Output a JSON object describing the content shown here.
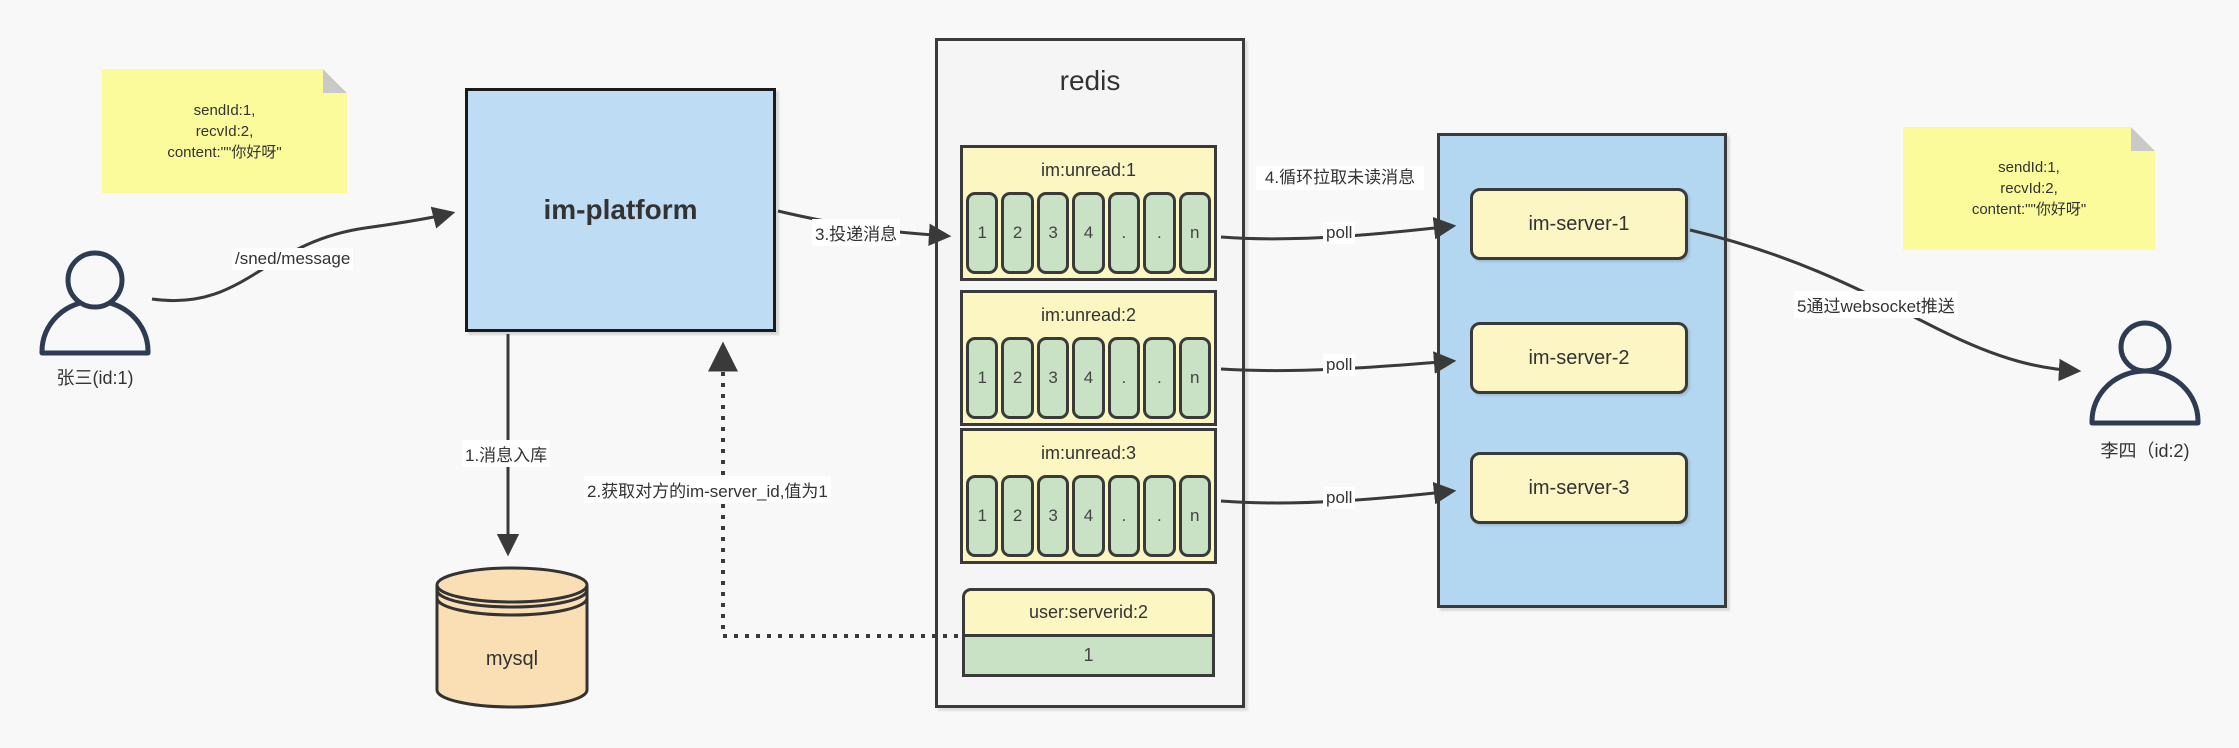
{
  "notes": {
    "left": {
      "lines": [
        "sendId:1,",
        "recvId:2,",
        "content:\"\"你好呀\""
      ]
    },
    "right": {
      "lines": [
        "sendId:1,",
        "recvId:2,",
        "content:\"\"你好呀\""
      ]
    }
  },
  "actors": {
    "sender": {
      "label": "张三(id:1)"
    },
    "receiver": {
      "label": "李四（id:2)"
    }
  },
  "platform": {
    "label": "im-platform"
  },
  "mysql": {
    "label": "mysql"
  },
  "redis": {
    "title": "redis",
    "queues": [
      {
        "name": "im:unread:1",
        "cells": [
          "1",
          "2",
          "3",
          "4",
          ".",
          ".",
          "n"
        ]
      },
      {
        "name": "im:unread:2",
        "cells": [
          "1",
          "2",
          "3",
          "4",
          ".",
          ".",
          "n"
        ]
      },
      {
        "name": "im:unread:3",
        "cells": [
          "1",
          "2",
          "3",
          "4",
          ".",
          ".",
          "n"
        ]
      }
    ],
    "mapping": {
      "name": "user:serverid:2",
      "value": "1"
    }
  },
  "servers": {
    "items": [
      {
        "label": "im-server-1"
      },
      {
        "label": "im-server-2"
      },
      {
        "label": "im-server-3"
      }
    ]
  },
  "edges": {
    "send": "/sned/message",
    "step1": "1.消息入库",
    "step2": "2.获取对方的im-server_id,值为1",
    "step3": "3.投递消息",
    "step4": "4.循环拉取未读消息",
    "step5": "5通过websocket推送",
    "poll": "poll"
  },
  "colors": {
    "background": "#F8F8F8",
    "note_yellow": "#FBFB9C",
    "note_fold_gray": "#C9C9C9",
    "platform_blue": "#BEDCF3",
    "server_container_blue": "#B3D7F0",
    "pale_yellow": "#FCF6C2",
    "cell_green": "#C9E2C5",
    "mysql_orange": "#FBDFB4",
    "redis_gray": "#F5F5F5",
    "line_dark": "#3A3A3A",
    "actor_navy": "#2F3B52",
    "text": "#333333"
  }
}
